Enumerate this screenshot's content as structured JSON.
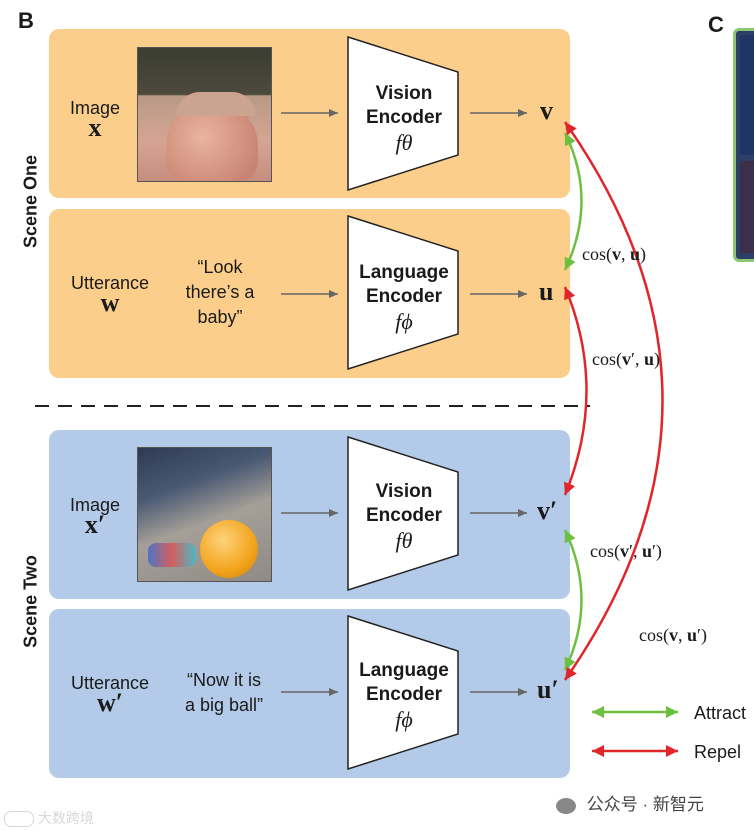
{
  "panel_letters": {
    "b": "B",
    "c": "C"
  },
  "scenes": {
    "one": {
      "label": "Scene One",
      "image_row": {
        "input_label": "Image",
        "input_symbol": "x",
        "encoder_title_1": "Vision",
        "encoder_title_2": "Encoder",
        "encoder_fn": "fθ",
        "output": "v"
      },
      "text_row": {
        "input_label": "Utterance",
        "input_symbol": "w",
        "quote_1": "“Look",
        "quote_2": "there’s a",
        "quote_3": "baby”",
        "encoder_title_1": "Language",
        "encoder_title_2": "Encoder",
        "encoder_fn": "fϕ",
        "output": "u"
      }
    },
    "two": {
      "label": "Scene Two",
      "image_row": {
        "input_label": "Image",
        "input_symbol": "x′",
        "encoder_title_1": "Vision",
        "encoder_title_2": "Encoder",
        "encoder_fn": "fθ",
        "output": "v′"
      },
      "text_row": {
        "input_label": "Utterance",
        "input_symbol": "w′",
        "quote_1": "“Now it is",
        "quote_2": "a big ball”",
        "encoder_title_1": "Language",
        "encoder_title_2": "Encoder",
        "encoder_fn": "fϕ",
        "output": "u′"
      }
    }
  },
  "similarities": {
    "v_u": "cos(v, u)",
    "vp_u": "cos(v′, u)",
    "vp_up": "cos(v′, u′)",
    "v_up": "cos(v, u′)"
  },
  "legend": {
    "attract": "Attract",
    "repel": "Repel"
  },
  "colors": {
    "attract": "#6cbf3f",
    "repel": "#e0262b",
    "scene_one_bg": "#fbcf8b",
    "scene_two_bg": "#b3cbe8",
    "right_panel_border": "#8cc873"
  },
  "watermarks": {
    "left": "大数跨境",
    "right": "公众号 · 新智元"
  }
}
